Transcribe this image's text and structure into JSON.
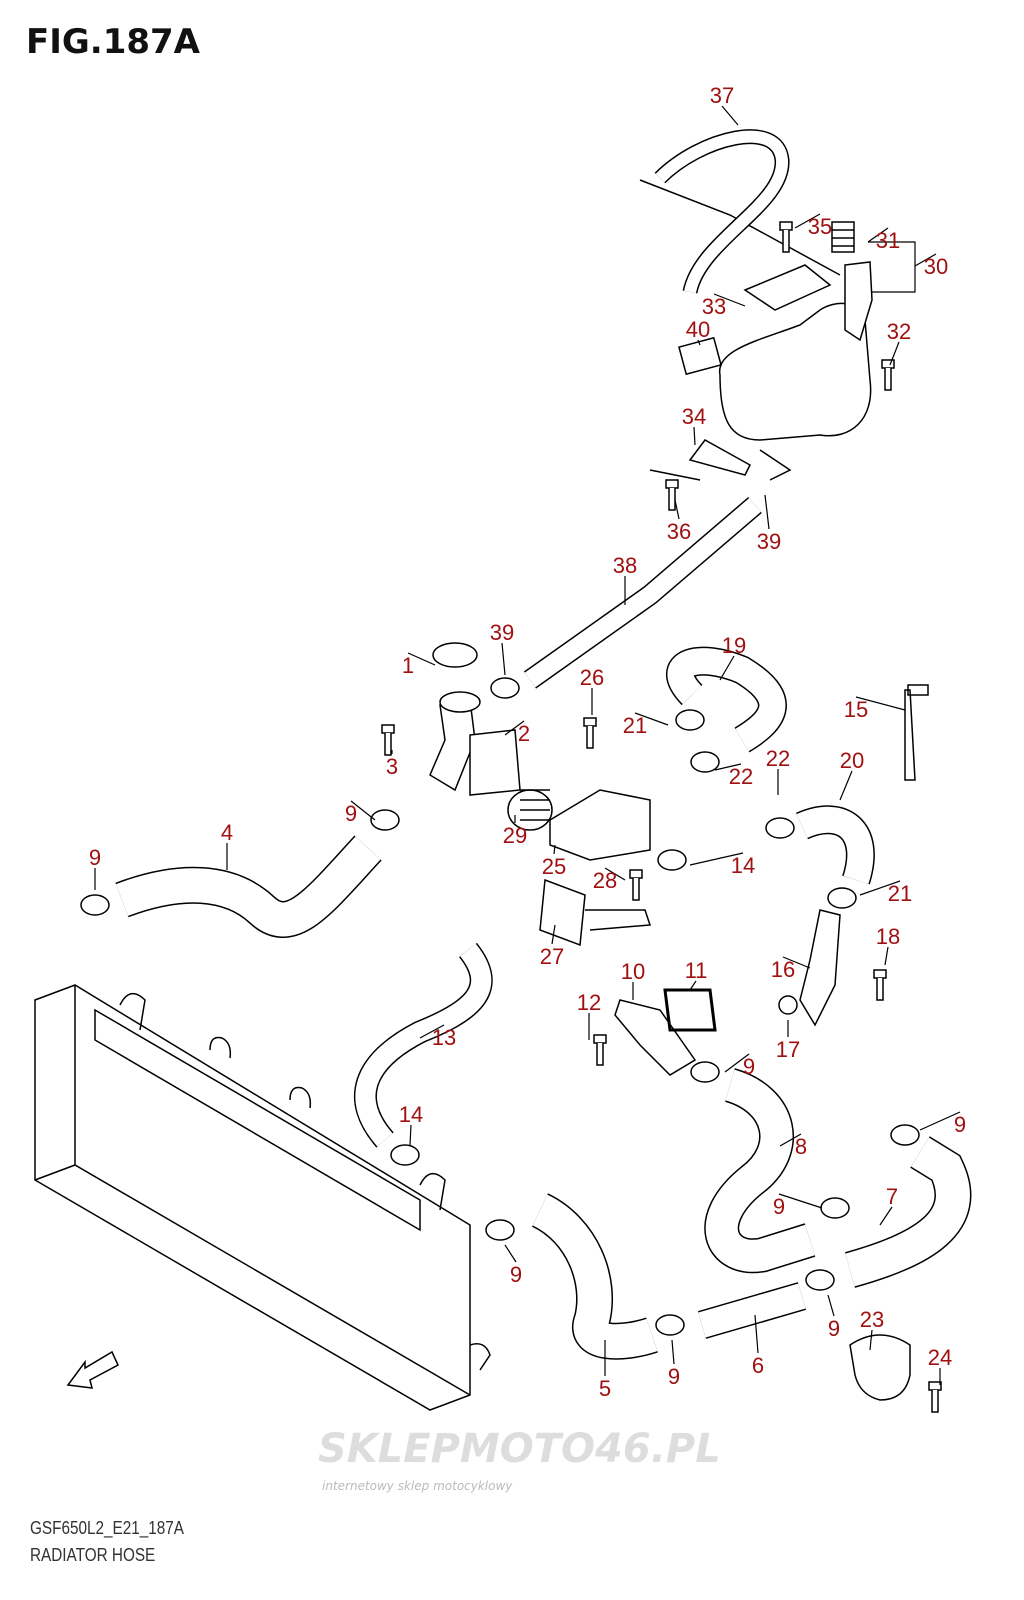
{
  "figure": {
    "title": "FIG.187A",
    "code": "GSF650L2_E21_187A",
    "caption": "RADIATOR HOSE"
  },
  "watermark": {
    "text": "SKLEPMOTO46.PL",
    "subtext": "internetowy sklep motocyklowy"
  },
  "callouts": [
    "37",
    "35",
    "31",
    "30",
    "33",
    "40",
    "32",
    "34",
    "36",
    "39",
    "38",
    "39",
    "1",
    "26",
    "19",
    "21",
    "2",
    "3",
    "22",
    "22",
    "20",
    "15",
    "9",
    "29",
    "4",
    "25",
    "14",
    "28",
    "9",
    "21",
    "18",
    "27",
    "16",
    "10",
    "11",
    "12",
    "17",
    "13",
    "9",
    "14",
    "8",
    "9",
    "7",
    "9",
    "9",
    "23",
    "9",
    "24",
    "6",
    "5",
    "9"
  ],
  "colors": {
    "callout": "#a01010",
    "line": "#000000"
  }
}
